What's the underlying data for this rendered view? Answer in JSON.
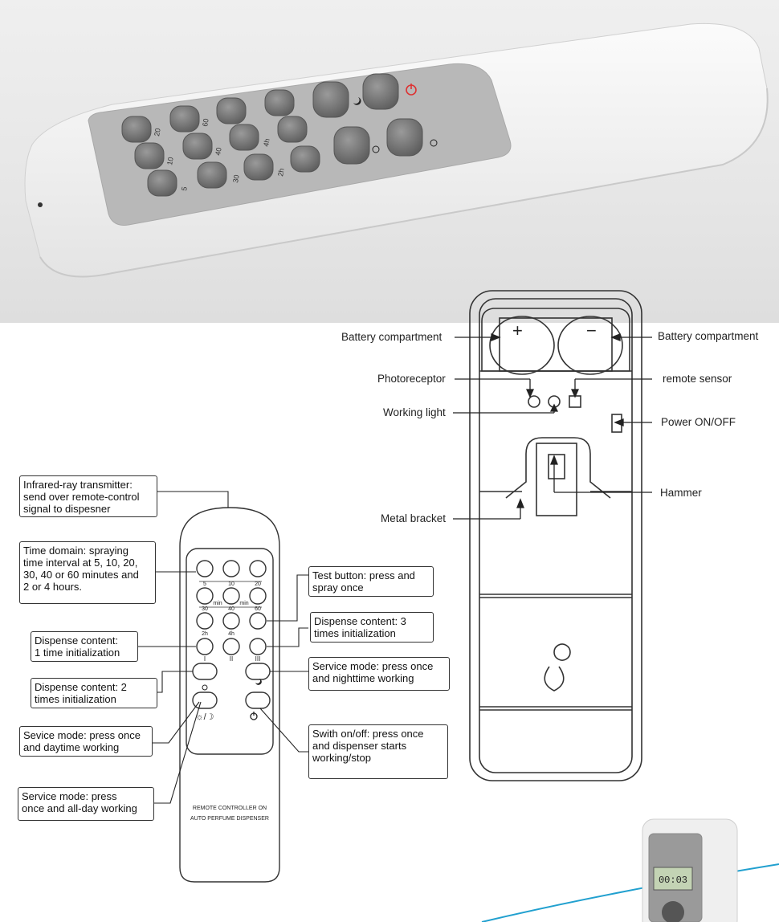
{
  "remote_photo": {
    "button_labels": [
      "20",
      "60",
      "10",
      "40",
      "5",
      "30",
      "4h",
      "2h"
    ],
    "icons": [
      "power-icon",
      "moon-icon",
      "sun-icon",
      "sun-moon-icon",
      "spray-icon"
    ]
  },
  "dispenser_labels": {
    "battery_left": "Battery compartment",
    "battery_right": "Battery compartment",
    "photoreceptor": "Photoreceptor",
    "remote_sensor": "remote sensor",
    "working_light": "Working light",
    "power": "Power ON/OFF",
    "hammer": "Hammer",
    "metal_bracket": "Metal bracket",
    "plus": "+",
    "minus": "−"
  },
  "remote_drawing": {
    "timings": [
      "5",
      "10",
      "20",
      "min",
      "min",
      "30",
      "40",
      "60",
      "2h",
      "4h"
    ],
    "roman": [
      "I",
      "II",
      "III"
    ],
    "caption_line1": "REMOTE CONTROLLER ON",
    "caption_line2": "AUTO PERFUME DISPENSER",
    "sun_moon": "☼/☽"
  },
  "callouts": {
    "infrared": "Infrared-ray transmitter:\nsend over remote-control\nsignal to dispesner",
    "time_domain": "Time domain: spraying\ntime interval at 5, 10, 20,\n30, 40 or 60 minutes and\n2 or 4 hours.",
    "dispense1": "Dispense content:\n1 time initialization",
    "dispense2": "Dispense content: 2\ntimes initialization",
    "daytime": "Sevice mode: press once\nand daytime working",
    "allday": "Service mode: press\nonce and all-day working",
    "test": "Test button: press and\nspray once",
    "dispense3": "Dispense content: 3\ntimes initialization",
    "nighttime": "Service mode: press once\nand nighttime working",
    "switch": "Swith on/off: press once\nand dispenser starts\nworking/stop"
  },
  "device_corner": {
    "display": "00:03"
  }
}
